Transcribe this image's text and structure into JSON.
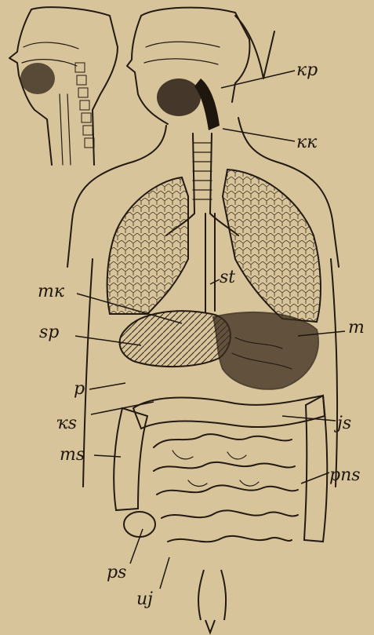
{
  "labels": {
    "kp": "кр",
    "kk": "кк",
    "st": "st",
    "mk": "mк",
    "sp": "sp",
    "m": "m",
    "p": "p",
    "ks": "ҡs",
    "js": "js",
    "ms": "ms",
    "pns": "pns",
    "ps": "ps",
    "uj": "uj"
  },
  "colors": {
    "paper": "#d8c49a",
    "ink": "#241a12"
  }
}
